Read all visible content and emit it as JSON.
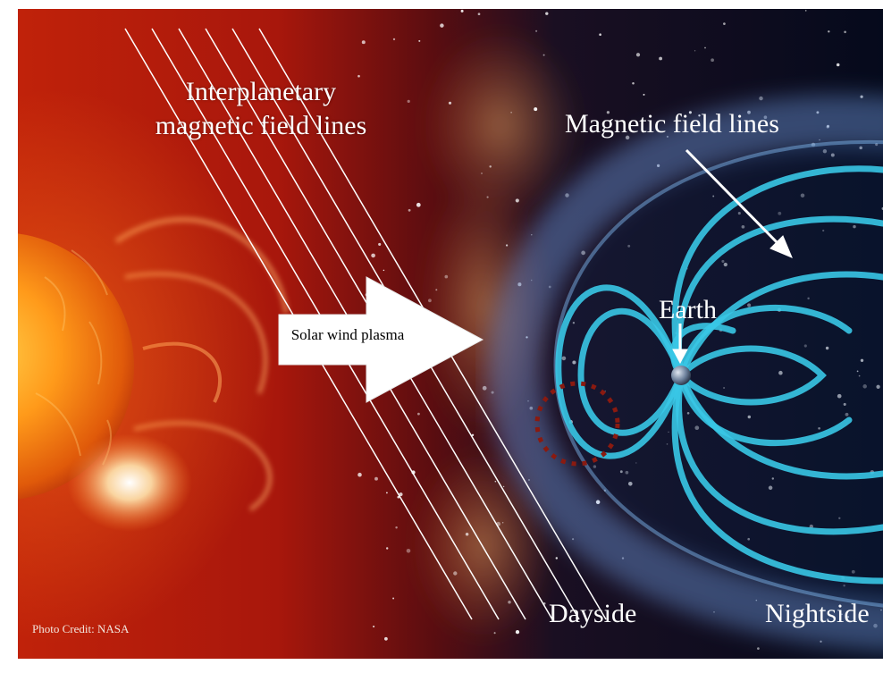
{
  "labels": {
    "interplanetary_line1": "Interplanetary",
    "interplanetary_line2": "magnetic field lines",
    "magnetic_field_lines": "Magnetic field lines",
    "earth": "Earth",
    "solar_wind": "Solar wind plasma",
    "dayside": "Dayside",
    "nightside": "Nightside",
    "photo_credit": "Photo Credit: NASA"
  },
  "colors": {
    "sun_core": "#ff9a1a",
    "sun_edge": "#c83a06",
    "corona_red": "#b2180a",
    "space": "#050a1c",
    "magnetosphere": "#39c6e6",
    "bow_shock_glow": "#5a8fd0",
    "reconnection_circle": "#8a1a10",
    "arrow": "#ffffff",
    "text": "#ffffff"
  },
  "icons": {
    "sun": "sun-image",
    "earth": "earth-globe",
    "solar_wind_arrow": "arrow-right",
    "pointer_arrow": "arrow-down-right"
  }
}
